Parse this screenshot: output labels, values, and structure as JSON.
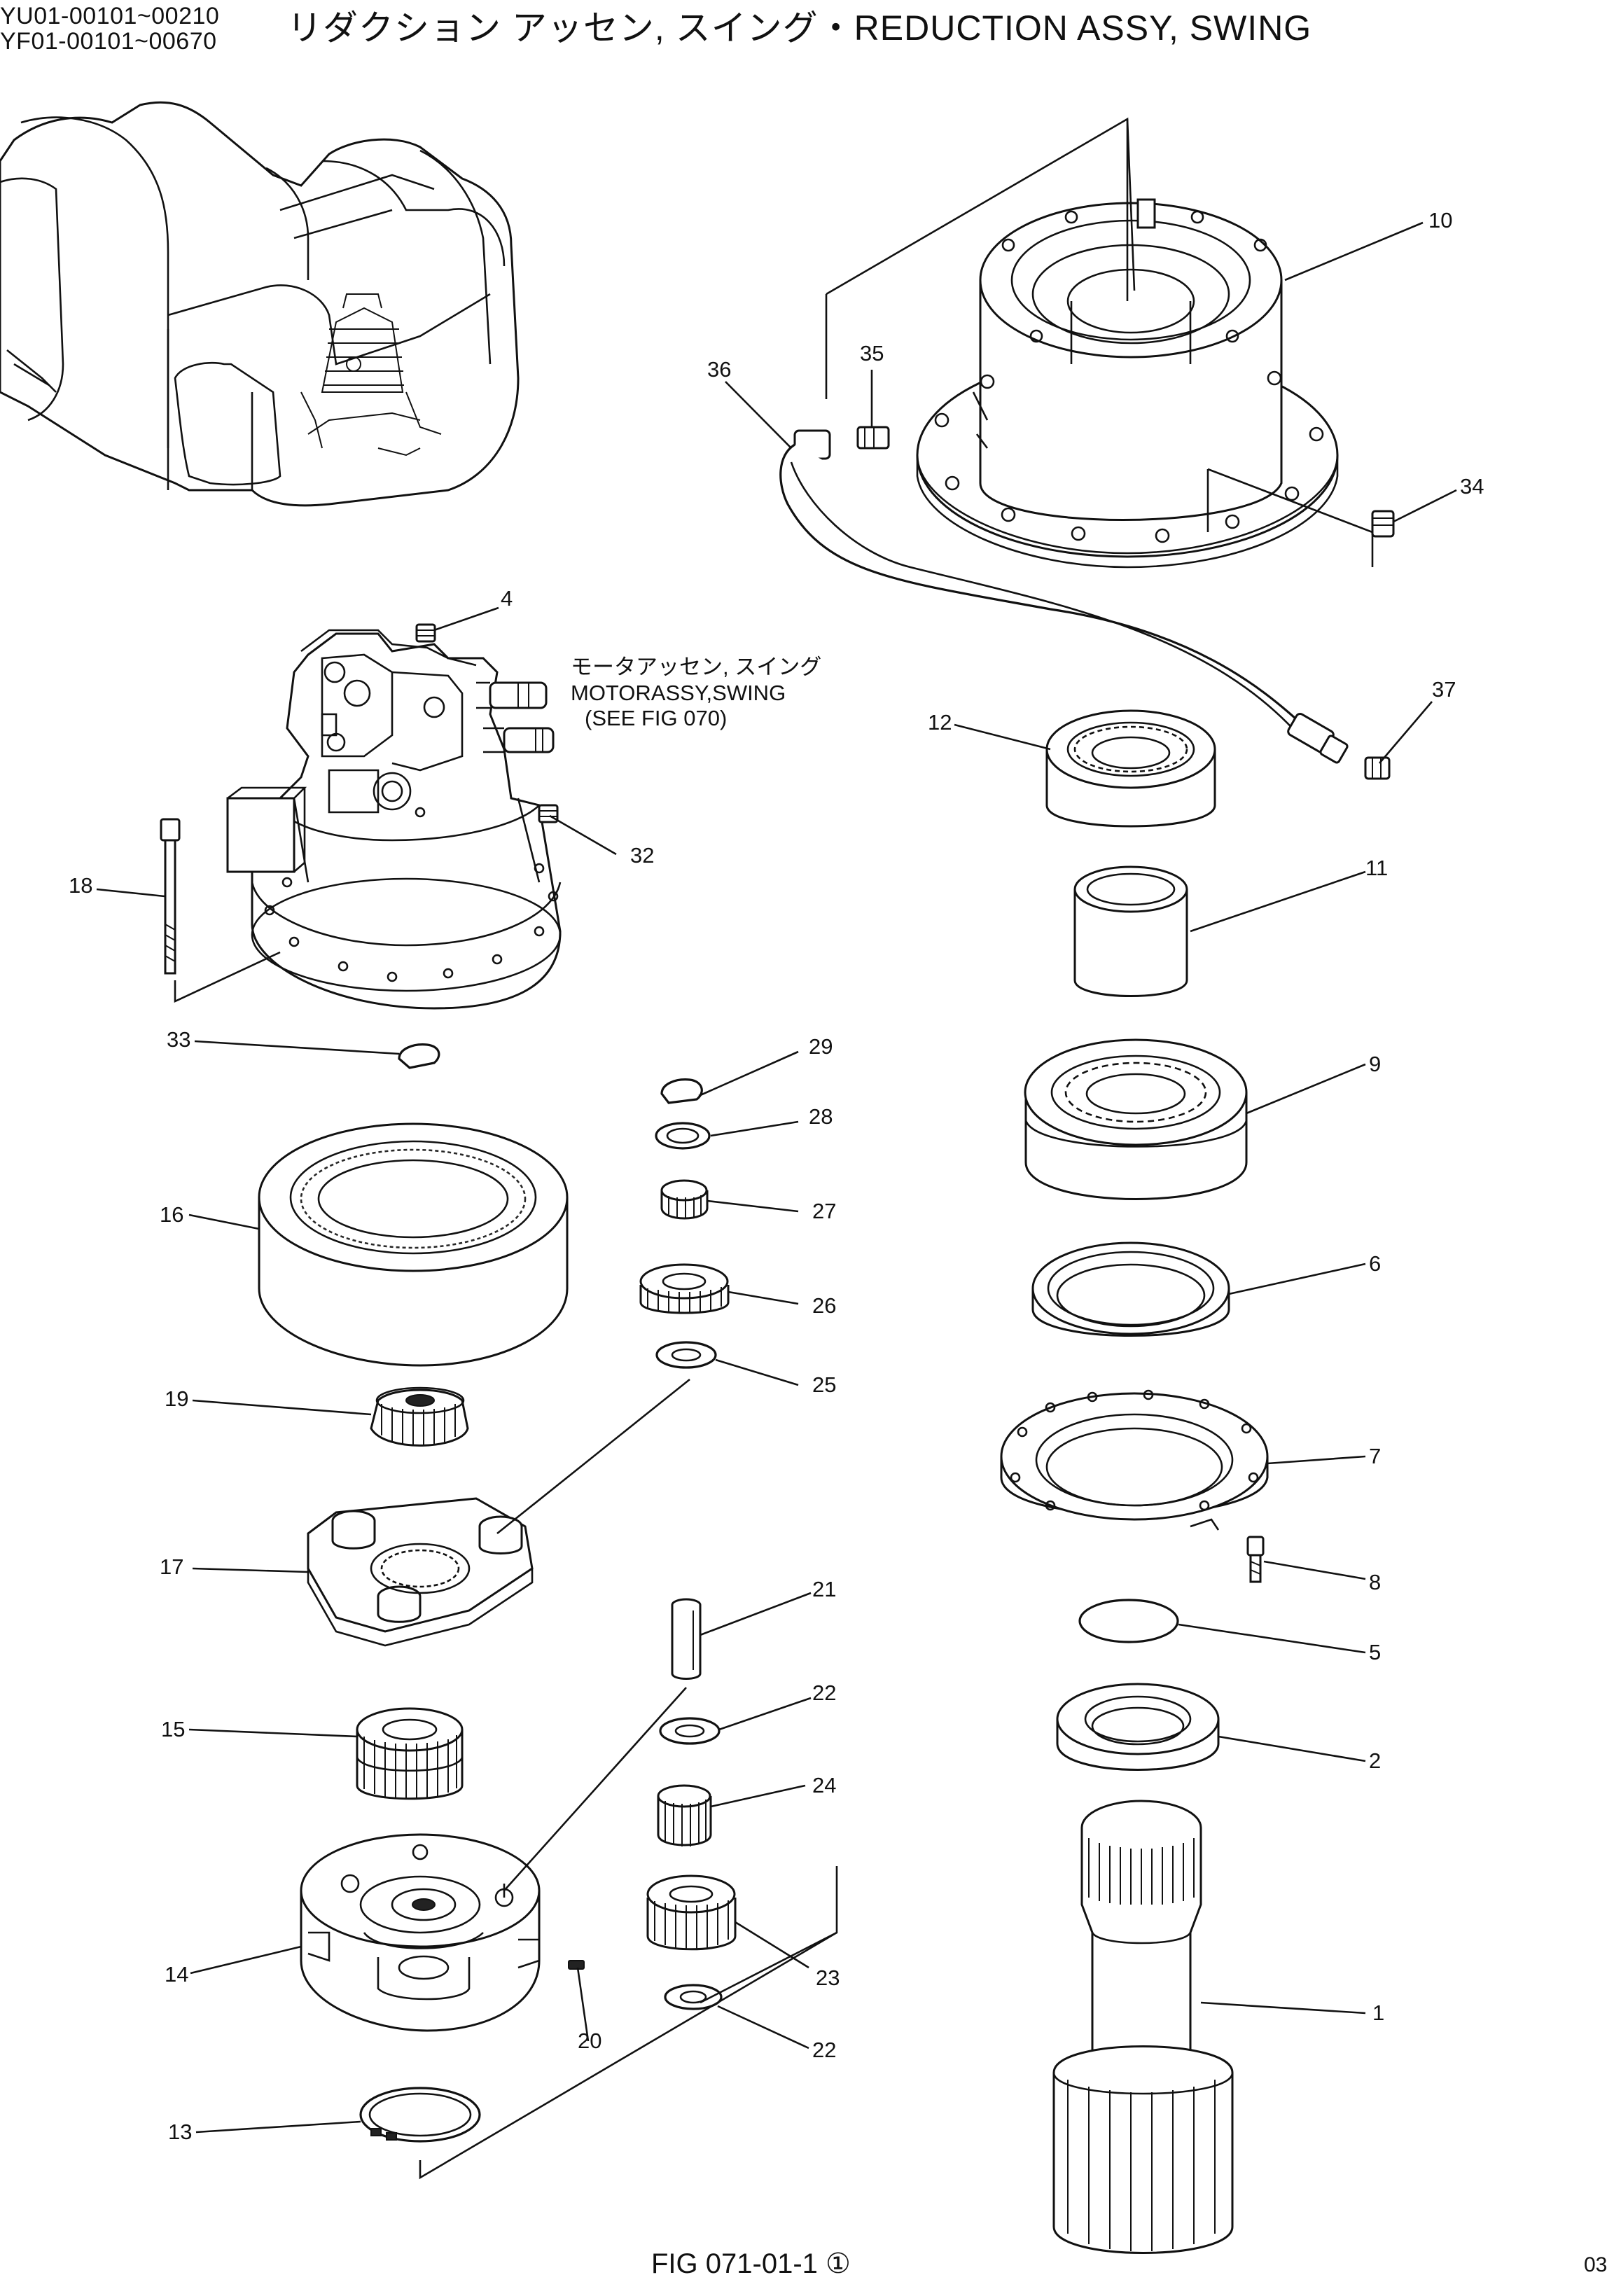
{
  "header": {
    "codes": [
      "YU01-00101~00210",
      "YF01-00101~00670"
    ],
    "title": "リダクション アッセン,  スイング・REDUCTION ASSY, SWING"
  },
  "motor_label": {
    "line1": "モータアッセン, スイング",
    "line2": "MOTORASSY,SWING",
    "line3": "(SEE FIG 070)"
  },
  "callouts": [
    "10",
    "36",
    "35",
    "34",
    "37",
    "4",
    "12",
    "11",
    "18",
    "32",
    "33",
    "29",
    "28",
    "9",
    "16",
    "27",
    "26",
    "6",
    "25",
    "19",
    "7",
    "17",
    "8",
    "21",
    "5",
    "22",
    "15",
    "2",
    "24",
    "23",
    "14",
    "1",
    "20",
    "22",
    "13"
  ],
  "footer": {
    "figure": "FIG 071-01-1",
    "figure_mark": "①",
    "page": "03"
  }
}
